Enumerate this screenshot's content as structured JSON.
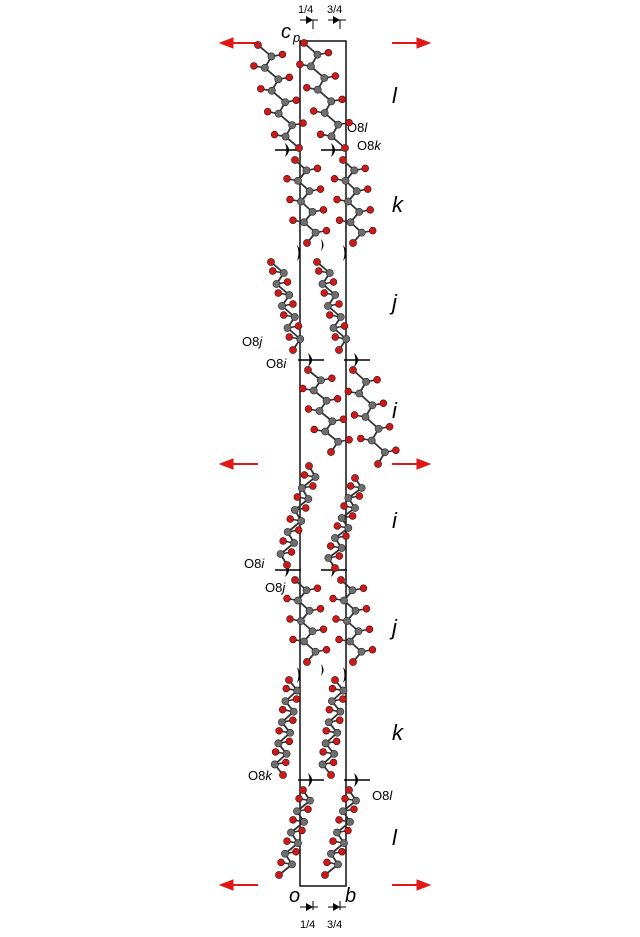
{
  "labels": {
    "c_axis": "c",
    "c_sub": "p",
    "origin": "o",
    "b_axis": "b",
    "quarter": "1/4",
    "three_quarter": "3/4",
    "layers": [
      "l",
      "k",
      "j",
      "i",
      "i",
      "j",
      "k",
      "l"
    ],
    "o8": [
      {
        "prefix": "O8",
        "suffix": "l"
      },
      {
        "prefix": "O8",
        "suffix": "k"
      },
      {
        "prefix": "O8",
        "suffix": "j"
      },
      {
        "prefix": "O8",
        "suffix": "i"
      },
      {
        "prefix": "O8",
        "suffix": "i"
      },
      {
        "prefix": "O8",
        "suffix": "j"
      },
      {
        "prefix": "O8",
        "suffix": "k"
      },
      {
        "prefix": "O8",
        "suffix": "l"
      }
    ]
  },
  "colors": {
    "carbon": "#6e6e6e",
    "oxygen": "#cc1a1a",
    "arrow": "#e01818",
    "frame": "#000000",
    "background": "#ffffff"
  },
  "icons": {
    "arrow_left": "left-arrow-icon",
    "arrow_right": "right-arrow-icon",
    "twofold_axis": "twofold-axis-icon"
  }
}
